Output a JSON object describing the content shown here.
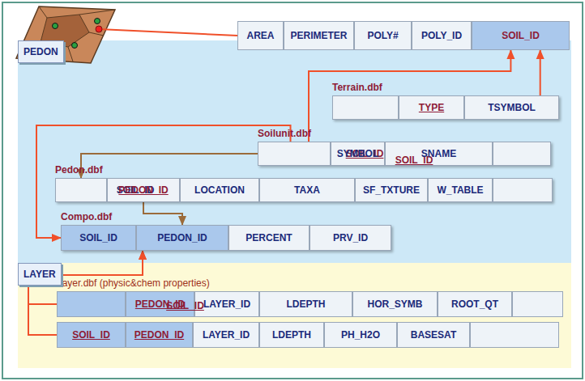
{
  "diagram": {
    "nodes": [
      {
        "text": [
          "AREA"
        ]
      },
      {
        "text": [
          "PERIMETER"
        ]
      },
      {
        "text": [
          "POLY#"
        ]
      },
      {
        "text": [
          "POLY_ID"
        ]
      },
      {
        "text": [
          "SOIL_ID"
        ]
      },
      {
        "text": [
          "PEDON"
        ]
      },
      {
        "text": [
          "Terrain.dbf"
        ],
        "in": 5
      },
      {
        "text": [
          "SOIL_ID"
        ],
        "in": 6
      },
      {
        "text": [
          "TYPE"
        ],
        "in": 6
      },
      {
        "text": [
          "TSYMBOL"
        ],
        "in": 6
      },
      {
        "text": [
          "Soilunit.dbf"
        ],
        "in": 5
      },
      {
        "text": [
          "SOIL_ID"
        ],
        "in": 10
      },
      {
        "text": [
          "SYMBOL"
        ],
        "in": 10
      },
      {
        "text": [
          "SNAME"
        ],
        "in": 10
      },
      {
        "text": [
          "Pedon.dbf"
        ],
        "in": 5
      },
      {
        "text": [
          "SOIL_ID"
        ],
        "in": 14
      },
      {
        "text": [
          "PEDON_ID"
        ],
        "in": 14
      },
      {
        "text": [
          "LOCATION"
        ],
        "in": 14
      },
      {
        "text": [
          "TAXA"
        ],
        "in": 14
      },
      {
        "text": [
          "SF_TXTURE"
        ],
        "in": 14
      },
      {
        "text": [
          "W_TABLE"
        ],
        "in": 14
      },
      {
        "text": [
          "Compo.dbf"
        ],
        "in": 5
      },
      {
        "text": [
          "SOIL_ID"
        ],
        "in": 21
      },
      {
        "text": [
          "PEDON_ID"
        ],
        "in": 21
      },
      {
        "text": [
          "PERCENT"
        ],
        "in": 21
      },
      {
        "text": [
          "PRV_ID"
        ],
        "in": 21
      },
      {
        "text": [
          "LAYER"
        ]
      },
      {
        "text": [
          "Layer.dbf (physic&chem properties)"
        ],
        "in": 26
      },
      {
        "text": [
          "SOIL_ID"
        ],
        "in": 27
      },
      {
        "text": [
          "PEDON_ID"
        ],
        "in": 27
      },
      {
        "text": [
          "LAYER_ID"
        ],
        "in": 27
      },
      {
        "text": [
          "LDEPTH"
        ],
        "in": 27
      },
      {
        "text": [
          "HOR_SYMB"
        ],
        "in": 27
      },
      {
        "text": [
          "ROOT_QT"
        ],
        "in": 27
      },
      {
        "text": [
          "SOIL_ID"
        ],
        "in": 27
      },
      {
        "text": [
          "PEDON_ID"
        ],
        "in": 27
      },
      {
        "text": [
          "LAYER_ID"
        ],
        "in": 27
      },
      {
        "text": [
          "LDEPTH"
        ],
        "in": 27
      },
      {
        "text": [
          "PH_H2O"
        ],
        "in": 27
      },
      {
        "text": [
          "BASESAT"
        ],
        "in": 27
      }
    ],
    "edges": [
      {
        "from": 6,
        "to": 4,
        "arrow": "to"
      },
      {
        "from": 11,
        "to": 4,
        "arrow": "to"
      },
      {
        "from": 11,
        "to": 15,
        "arrow": "to"
      },
      {
        "from": 11,
        "to": 22,
        "arrow": "to"
      },
      {
        "from": 16,
        "to": 23,
        "arrow": "to"
      },
      {
        "from": 28,
        "to": 23,
        "arrow": "to"
      },
      {
        "from": 34,
        "to": 23,
        "arrow": "to"
      }
    ]
  }
}
